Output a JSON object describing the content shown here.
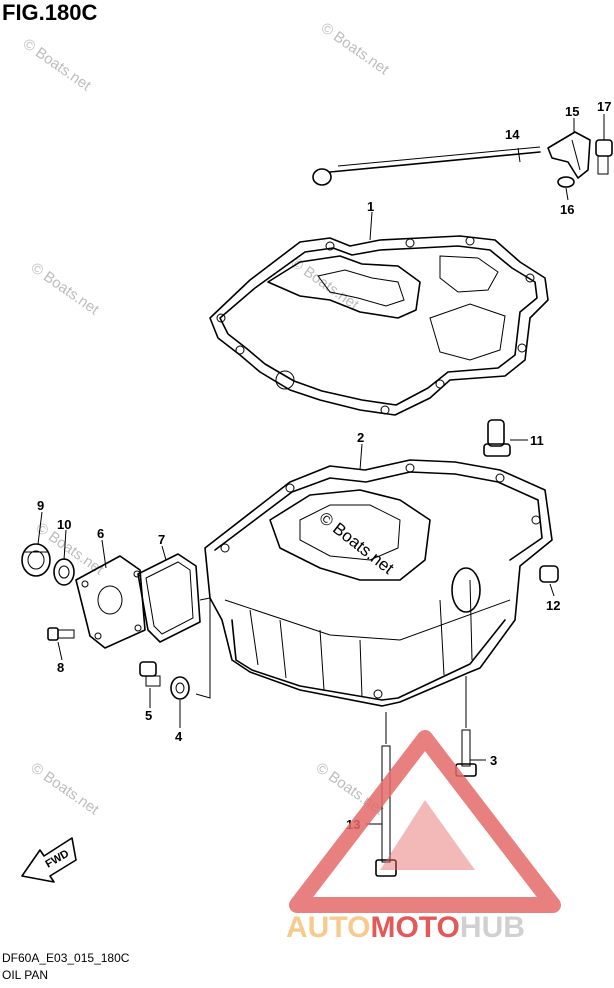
{
  "figure": {
    "title": "FIG.180C",
    "code": "DF60A_E03_015_180C",
    "name": "OIL PAN",
    "fwd_label": "FWD"
  },
  "callouts": {
    "p1": "1",
    "p2": "2",
    "p3": "3",
    "p4": "4",
    "p5": "5",
    "p6": "6",
    "p7": "7",
    "p8": "8",
    "p9": "9",
    "p10": "10",
    "p11": "11",
    "p12": "12",
    "p13": "13",
    "p14": "14",
    "p15": "15",
    "p16": "16",
    "p17": "17"
  },
  "watermarks": {
    "light": "© Boats.net",
    "dark": "© Boats.net"
  },
  "logo": {
    "part_a": "AUTO",
    "part_b": "MOTO",
    "part_c": "HUB",
    "color_a": "#f6c27a",
    "color_b": "#e03c3c",
    "color_c": "#c8c8c8"
  }
}
